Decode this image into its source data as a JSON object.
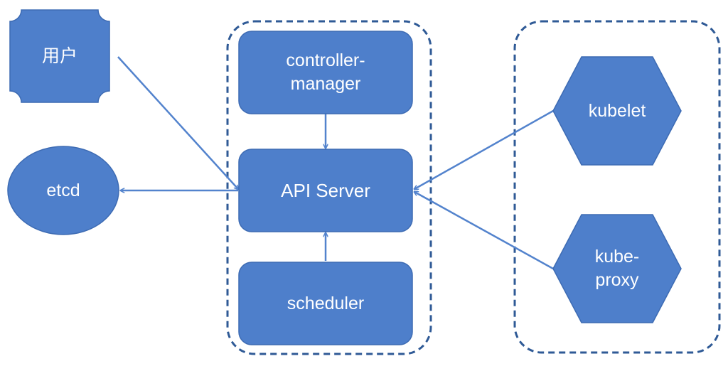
{
  "colors": {
    "node_fill": "#4e7fcb",
    "node_stroke": "#3d6bb3",
    "edge": "#5383cd",
    "dashed_border": "#2f5a96"
  },
  "nodes": {
    "user": {
      "label": "用户",
      "shape": "cut-corner-rectangle"
    },
    "etcd": {
      "label": "etcd",
      "shape": "ellipse"
    },
    "controller_manager": {
      "label": "controller-\nmanager",
      "shape": "rounded-rectangle"
    },
    "api_server": {
      "label": "API Server",
      "shape": "rounded-rectangle"
    },
    "scheduler": {
      "label": "scheduler",
      "shape": "rounded-rectangle"
    },
    "kubelet": {
      "label": "kubelet",
      "shape": "hexagon"
    },
    "kube_proxy": {
      "label": "kube-\nproxy",
      "shape": "hexagon"
    }
  },
  "groups": [
    {
      "id": "control-plane",
      "style": "dashed-rounded",
      "contains": [
        "controller_manager",
        "api_server",
        "scheduler"
      ]
    },
    {
      "id": "node-components",
      "style": "dashed-rounded",
      "contains": [
        "kubelet",
        "kube_proxy"
      ]
    }
  ],
  "edges": [
    {
      "from": "user",
      "to": "api_server"
    },
    {
      "from": "api_server",
      "to": "etcd"
    },
    {
      "from": "controller_manager",
      "to": "api_server"
    },
    {
      "from": "scheduler",
      "to": "api_server"
    },
    {
      "from": "kubelet",
      "to": "api_server"
    },
    {
      "from": "kube_proxy",
      "to": "api_server"
    }
  ]
}
